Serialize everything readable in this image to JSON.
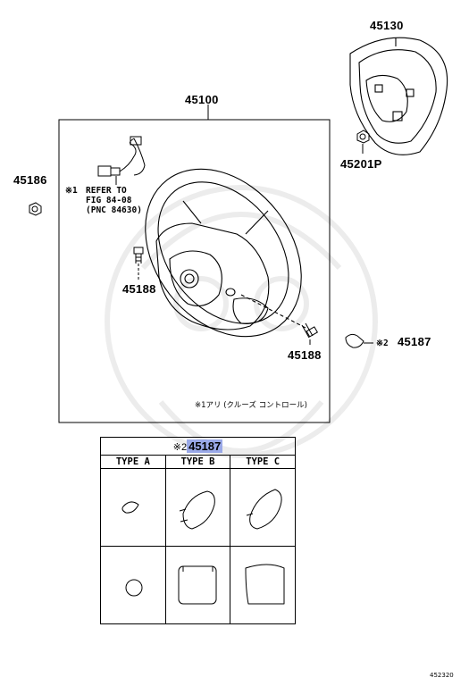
{
  "diagram": {
    "parts": {
      "steering_wheel": "45100",
      "pad": "45130",
      "pad_screw": "45201P",
      "nut": "45186",
      "screw_left": "45188",
      "screw_right": "45188",
      "cover": "45187"
    },
    "cover_mark": "※2",
    "refer_note": {
      "mark": "※1",
      "line1": "REFER TO",
      "line2": "FIG 84-08",
      "line3": "(PNC 84630)"
    },
    "footnote": "※1アリ (クルーズ  コントロール)",
    "table": {
      "title_mark": "※2",
      "title_part": "45187",
      "headers": [
        "TYPE A",
        "TYPE B",
        "TYPE C"
      ]
    },
    "diagram_code": "452320"
  }
}
